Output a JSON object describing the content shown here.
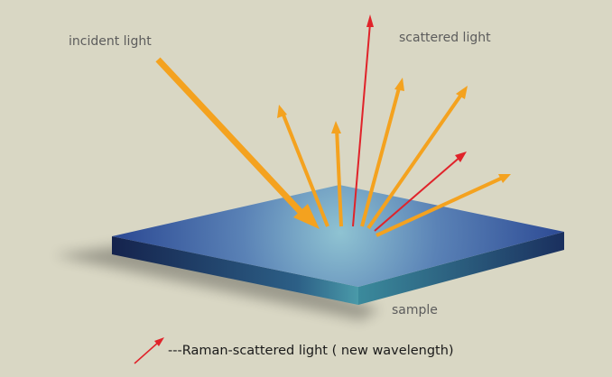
{
  "labels": {
    "incident": "incident light",
    "scattered": "scattered light",
    "sample": "sample",
    "legend": "---Raman-scattered light ( new wavelength)"
  },
  "colors": {
    "background": "#d9d7c4",
    "rayleigh_arrow": "#f4a21f",
    "raman_arrow": "#e0232a",
    "sample_top": "#3b5aa0",
    "sample_glow": "#8fc3d2"
  }
}
